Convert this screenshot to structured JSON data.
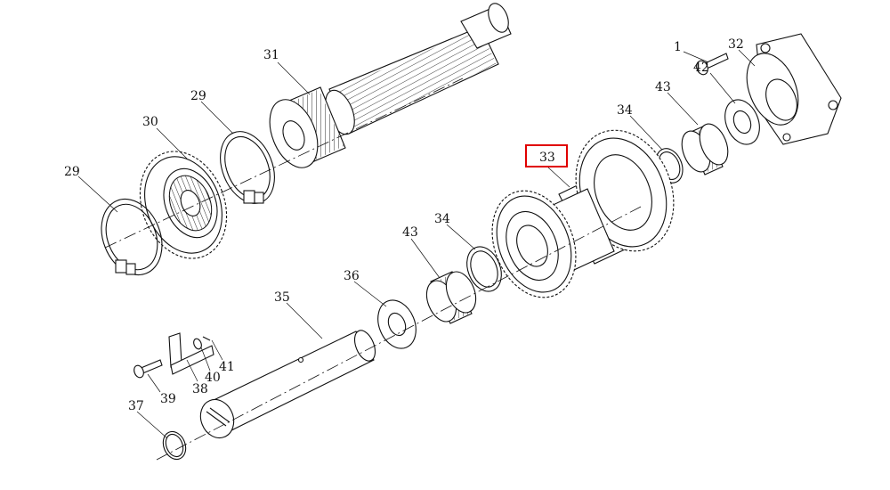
{
  "highlight_color": "#e00000",
  "highlighted_label": "33",
  "parts": [
    {
      "id": "p1",
      "label": "1"
    },
    {
      "id": "p29a",
      "label": "29"
    },
    {
      "id": "p29b",
      "label": "29"
    },
    {
      "id": "p30",
      "label": "30"
    },
    {
      "id": "p31",
      "label": "31"
    },
    {
      "id": "p32",
      "label": "32"
    },
    {
      "id": "p33",
      "label": "33"
    },
    {
      "id": "p34a",
      "label": "34"
    },
    {
      "id": "p34b",
      "label": "34"
    },
    {
      "id": "p35",
      "label": "35"
    },
    {
      "id": "p36",
      "label": "36"
    },
    {
      "id": "p37",
      "label": "37"
    },
    {
      "id": "p38",
      "label": "38"
    },
    {
      "id": "p39",
      "label": "39"
    },
    {
      "id": "p40",
      "label": "40"
    },
    {
      "id": "p41",
      "label": "41"
    },
    {
      "id": "p42",
      "label": "42"
    },
    {
      "id": "p43a",
      "label": "43"
    },
    {
      "id": "p43b",
      "label": "43"
    }
  ]
}
